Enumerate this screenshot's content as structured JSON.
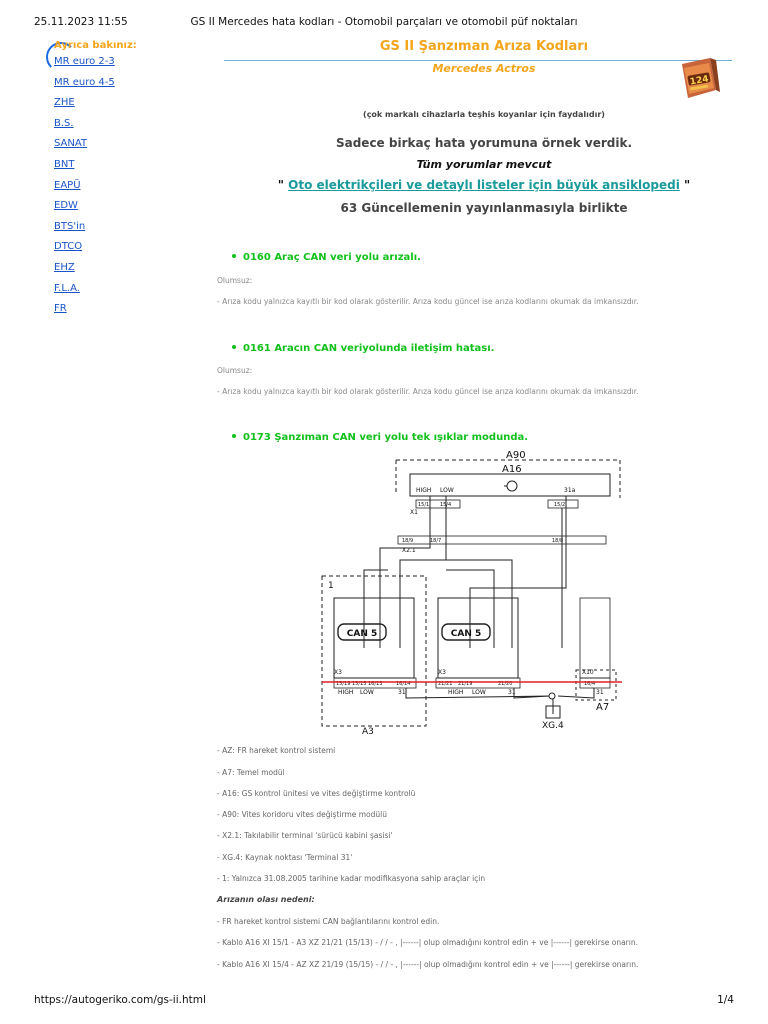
{
  "print": {
    "date": "25.11.2023 11:55",
    "title": "GS II Mercedes hata kodları - Otomobil parçaları ve otomobil püf noktaları",
    "url": "https://autogeriko.com/gs-ii.html",
    "page": "1/4"
  },
  "sidebar": {
    "heading": "Ayrıca bakınız:",
    "links": [
      "MR euro 2-3",
      "MR euro 4-5",
      "ZHE",
      "B.S.",
      "SANAT",
      "BNT",
      "EAPÜ",
      "EDW",
      "BTS'in",
      "DTCO",
      "EHZ",
      "F.L.A.",
      "FR"
    ]
  },
  "header": {
    "title": "GS II Şanzıman Arıza Kodları",
    "subtitle": "Mercedes Actros",
    "book_badge": "124"
  },
  "intro": {
    "note": "(çok markalı cihazlarla teşhis koyanlar için faydalıdır)",
    "line1": "Sadece birkaç hata yorumuna örnek verdik.",
    "line2": "Tüm yorumlar mevcut",
    "quote_open": "\" ",
    "encyclopedia_link": "Oto elektrikçileri ve detaylı listeler için büyük ansiklopedi",
    "quote_close": " \"",
    "line4": "63 Güncellemenin yayınlanmasıyla birlikte"
  },
  "faults": [
    {
      "heading": "0160 Araç CAN veri yolu arızalı.",
      "label": "Olumsuz:",
      "text": "- Arıza kodu yalnızca kayıtlı bir kod olarak gösterilir. Arıza kodu güncel ise arıza kodlarını okumak da imkansızdır."
    },
    {
      "heading": "0161 Aracın CAN veriyolunda iletişim hatası.",
      "label": "Olumsuz:",
      "text": "- Arıza kodu yalnızca kayıtlı bir kod olarak gösterilir. Arıza kodu güncel ise arıza kodlarını okumak da imkansızdır."
    },
    {
      "heading": "0173 Şanzıman CAN veri yolu tek ışıklar modunda."
    }
  ],
  "diagram_labels": {
    "a90": "A90",
    "a16": "A16",
    "high": "HIGH",
    "low": "LOW",
    "x1": "X1",
    "x21": "X2.1",
    "one": "1",
    "can5": "CAN 5",
    "x3": "X3",
    "x10": "X10",
    "n31": "31",
    "a7": "A7",
    "xg4": "XG.4",
    "a3": "A3",
    "p151": "15/1",
    "p154": "15/4",
    "p32": "15/2",
    "p189": "18/9",
    "p187": "18/7",
    "p188": "18/8",
    "p1519": "15/19",
    "p1515": "15/15",
    "p1613": "16/13",
    "p1614": "16/14",
    "p2121": "21/21",
    "p2119": "21/19",
    "p2120": "21/20",
    "p164": "16/4",
    "n31a": "31a"
  },
  "legend": [
    "- AZ: FR hareket kontrol sistemi",
    "- A7: Temel modül",
    "- A16: GS kontrol ünitesi ve vites değiştirme kontrolü",
    "- A90: Vites koridoru vites değiştirme modülü",
    "- X2.1: Takılabilir terminal 'sürücü kabini şasisi'",
    "- XG.4: Kaynak noktası 'Terminal 31'",
    "- 1: Yalnızca 31.08.2005 tarihine kadar modifikasyona sahip araçlar için"
  ],
  "causes": {
    "heading": "Arızanın olası nedeni:",
    "items": [
      "- FR hareket kontrol sistemi CAN bağlantılarını kontrol edin.",
      "- Kablo A16 XI 15/1 - A3 XZ 21/21 (15/13) - / / - , |------| olup olmadığını kontrol edin + ve |------| gerekirse onarın.",
      "- Kablo A16 XI 15/4 - AZ XZ 21/19 (15/15) - / / - , |------| olup olmadığını kontrol edin + ve |------| gerekirse onarın."
    ]
  },
  "colors": {
    "accent_orange": "#f3a51b",
    "fault_green": "#11c01a",
    "link_blue": "#1a55c8",
    "link_teal": "#1a9a9a",
    "wire_red": "#e02020"
  }
}
